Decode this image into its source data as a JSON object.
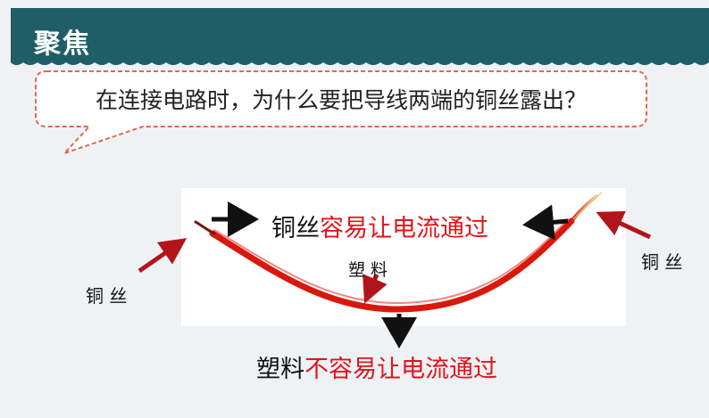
{
  "banner": {
    "title": "聚焦"
  },
  "question": {
    "text": "在连接电路时，为什么要把导线两端的铜丝露出？"
  },
  "figure": {
    "top_caption": {
      "prefix": "铜丝",
      "highlight": "容易让电流通过"
    },
    "bottom_caption": {
      "prefix": "塑料",
      "highlight": "不容易让电流通过"
    },
    "label_left_copper": "铜 丝",
    "label_right_copper": "铜 丝",
    "label_plastic": "塑 料"
  },
  "colors": {
    "banner": "#1f5e67",
    "bubble_border": "#e06a4c",
    "highlight_text": "#e0151b",
    "wire": "#d8180c",
    "pointer_arrow": "#b3141b"
  }
}
